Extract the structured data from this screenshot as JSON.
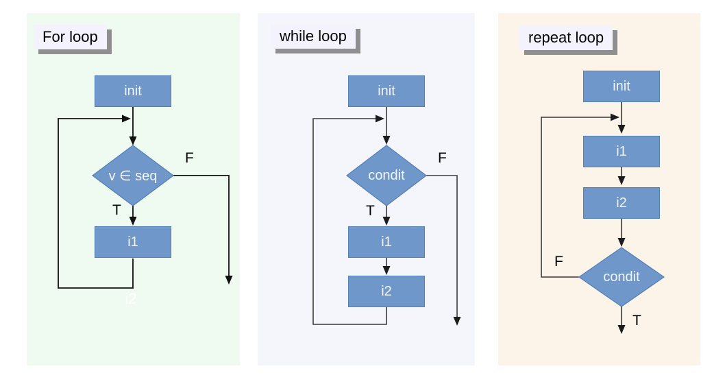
{
  "panels": [
    {
      "title": "For loop",
      "background": "#effbf0",
      "nodes": {
        "init": "init",
        "cond": "v ∈ seq",
        "i1": "i1",
        "ghost_i2": "i2"
      },
      "branch_labels": {
        "true": "T",
        "false": "F"
      }
    },
    {
      "title": "while loop",
      "background": "#f5f6fc",
      "nodes": {
        "init": "init",
        "cond": "condit",
        "i1": "i1",
        "i2": "i2"
      },
      "branch_labels": {
        "true": "T",
        "false": "F"
      }
    },
    {
      "title": "repeat loop",
      "background": "#fdf4e9",
      "nodes": {
        "init": "init",
        "i1": "i1",
        "i2": "i2",
        "cond": "condit"
      },
      "branch_labels": {
        "true": "T",
        "false": "F"
      }
    }
  ],
  "colors": {
    "node_fill": "#7097ca",
    "node_border": "#517fb8",
    "node_text": "#f2f4f8",
    "title_fill": "#f3f2fd",
    "title_shadow": "#8f8f8f",
    "wire_black": "#111111",
    "wire_gray": "#383838",
    "panel_for_bg": "#effbf0",
    "panel_while_bg": "#f5f6fc",
    "panel_repeat_bg": "#fdf4e9"
  }
}
